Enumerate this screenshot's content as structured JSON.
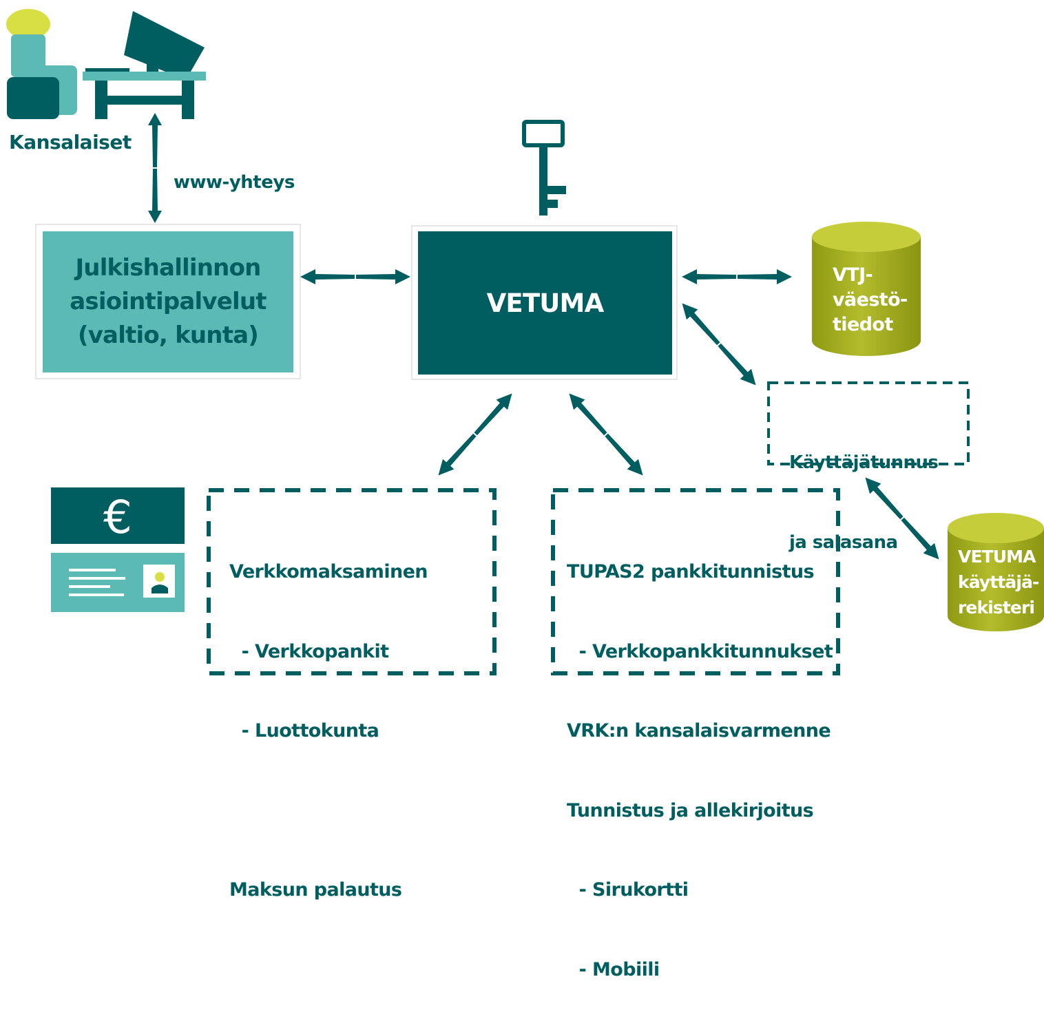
{
  "citizens": {
    "label": "Kansalaiset",
    "connection_label": "www-yhteys"
  },
  "services_box": {
    "lines": [
      "Julkishallinnon",
      "asiointipalvelut",
      "(valtio, kunta)"
    ]
  },
  "vetuma_box": {
    "label": "VETUMA"
  },
  "vtj_db": {
    "lines": [
      "VTJ-",
      "väestö-",
      "tiedot"
    ]
  },
  "credentials_box": {
    "lines": [
      "Käyttäjätunnus",
      "ja salasana"
    ]
  },
  "vetuma_registry_db": {
    "lines": [
      "VETUMA",
      "käyttäjä-",
      "rekisteri"
    ]
  },
  "payment_box": {
    "lines": [
      "Verkkomaksaminen",
      "  - Verkkopankit",
      "  - Luottokunta",
      "",
      "Maksun palautus"
    ],
    "icon": "euro-sign"
  },
  "identification_box": {
    "lines": [
      "TUPAS2 pankkitunnistus",
      "  - Verkkopankkitunnukset",
      "VRK:n kansalaisvarmenne",
      "Tunnistus ja allekirjoitus",
      "  - Sirukortti",
      "  - Mobiili"
    ]
  },
  "icons": [
    "person-at-computer-icon",
    "key-icon",
    "euro-card-icon",
    "database-icon"
  ],
  "colors": {
    "dark_teal": "#005e61",
    "light_teal": "#5cbab5",
    "olive": "#9aa31f",
    "olive_top": "#c5ce3a",
    "lime": "#d7df42"
  }
}
